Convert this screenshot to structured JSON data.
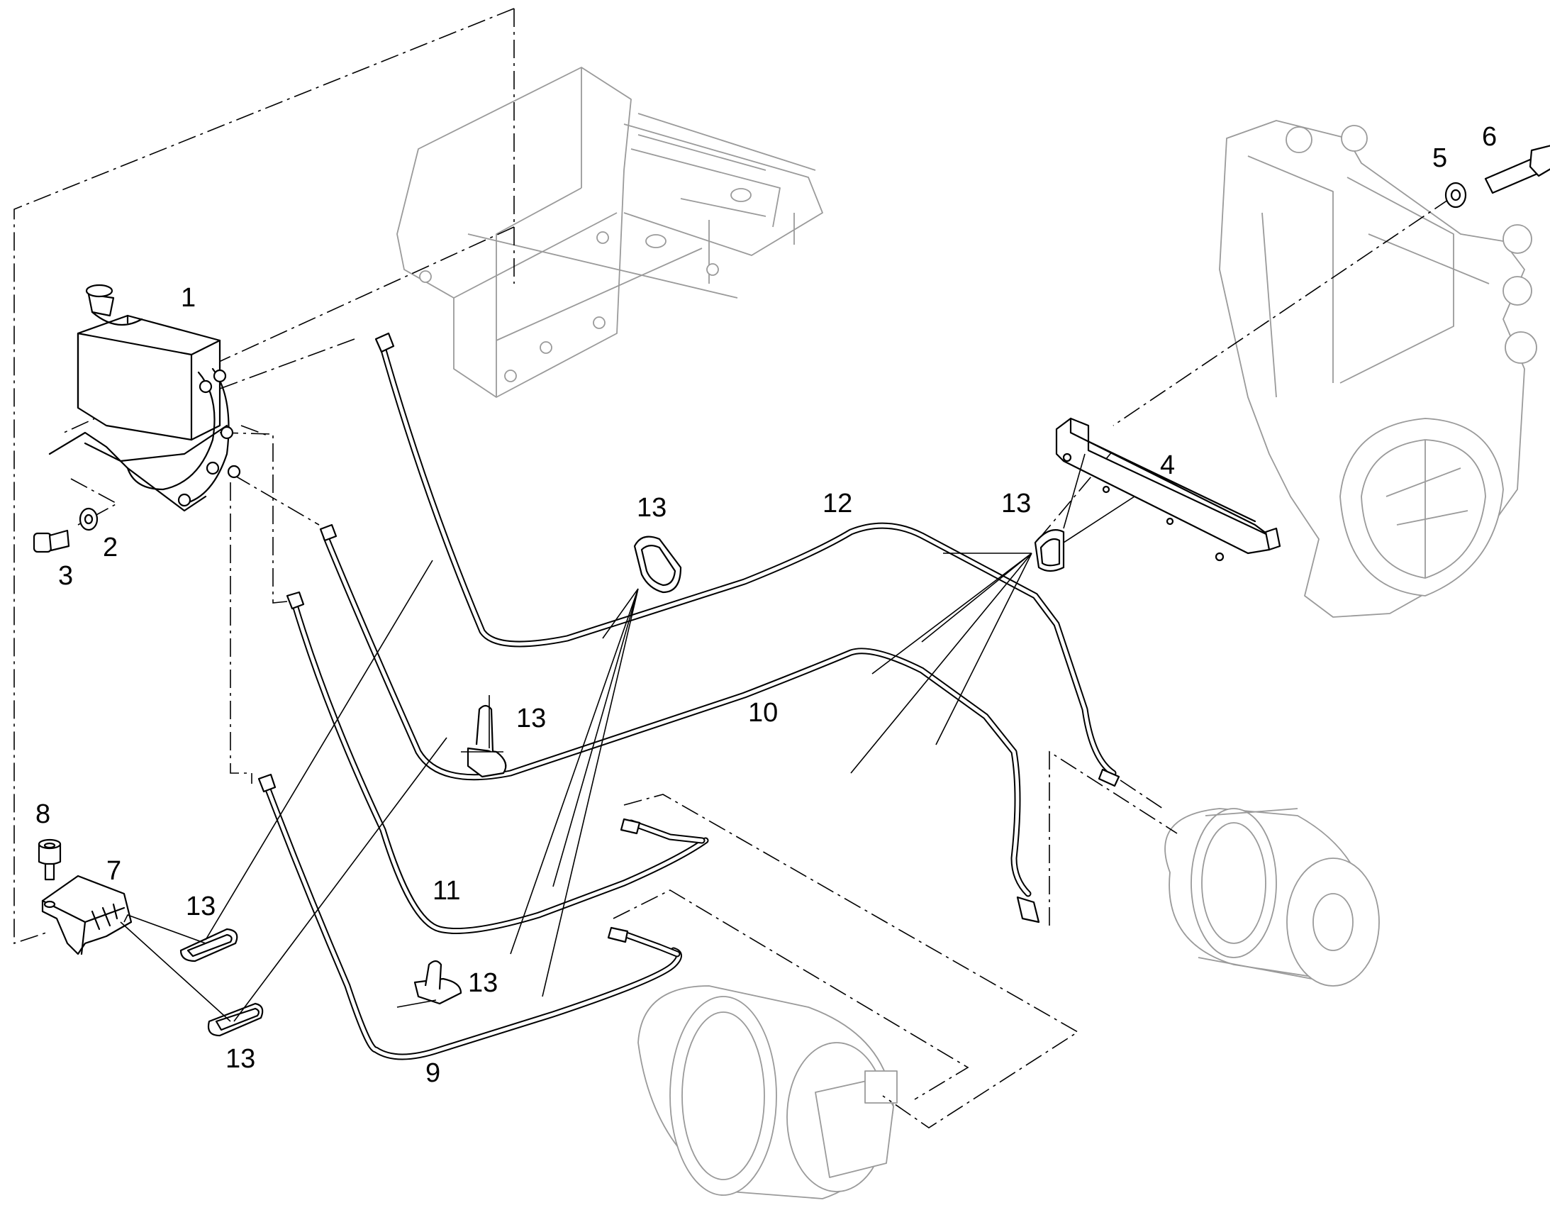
{
  "callouts": {
    "c1": "1",
    "c2": "2",
    "c3": "3",
    "c4": "4",
    "c5": "5",
    "c6": "6",
    "c7": "7",
    "c8": "8",
    "c9": "9",
    "c10": "10",
    "c11": "11",
    "c12": "12",
    "c13a": "13",
    "c13b": "13",
    "c13c": "13",
    "c13d": "13",
    "c13e": "13",
    "c13f": "13"
  }
}
